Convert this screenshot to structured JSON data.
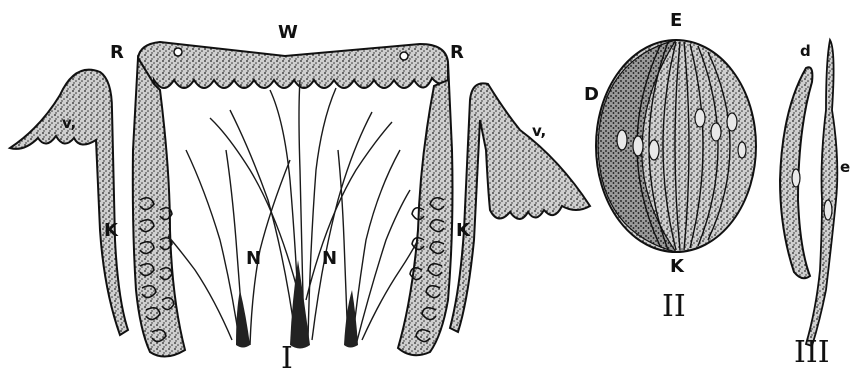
{
  "figure_I": {
    "label": "I",
    "labels": {
      "W": "W",
      "R_left": "R",
      "R_right": "R",
      "V_left": "v,",
      "V_right": "v,",
      "K_left": "K",
      "K_right": "K",
      "N_left": "N",
      "N_right": "N"
    }
  },
  "figure_II": {
    "label": "II",
    "labels": {
      "E": "E",
      "D": "D",
      "K": "K"
    }
  },
  "figure_III": {
    "label": "III",
    "labels": {
      "d": "d",
      "e": "e"
    }
  },
  "colors": {
    "ink": "#111111",
    "stipple": "#2a2a2a",
    "tissue": "#d8d8d8",
    "background": "#ffffff"
  }
}
